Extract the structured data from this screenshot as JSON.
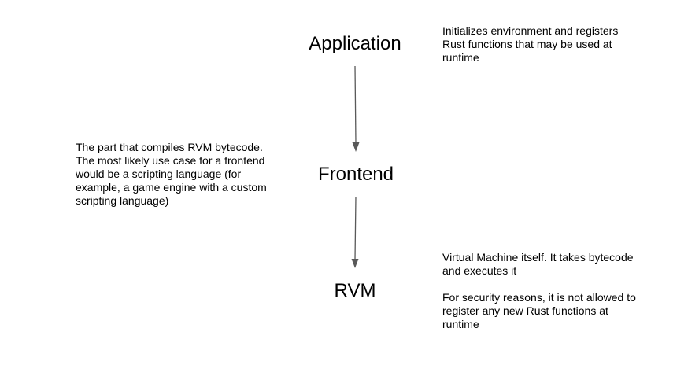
{
  "nodes": {
    "application": "Application",
    "frontend": "Frontend",
    "rvm": "RVM"
  },
  "notes": {
    "application": "Initializes environment and registers\nRust functions that may be used at\nruntime",
    "frontend": "The part that compiles RVM bytecode.\nThe most likely use case for a frontend\nwould be a scripting language (for\nexample, a game engine with a custom\nscripting language)",
    "rvm": "Virtual Machine itself. It takes bytecode\nand executes it\n\nFor security reasons, it is not allowed to\nregister any new Rust functions at\nruntime"
  },
  "colors": {
    "arrow": "#595959",
    "text": "#000000"
  }
}
